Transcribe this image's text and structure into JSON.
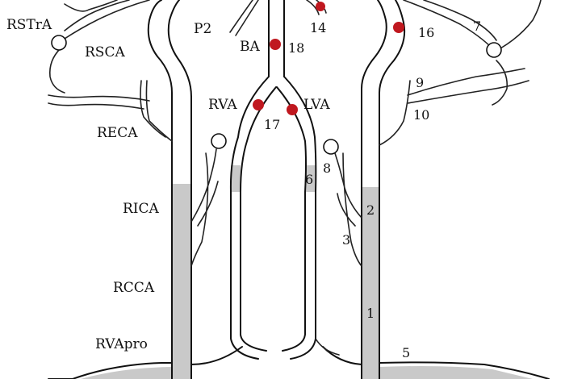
{
  "labels": {
    "rstra": "RSTrA",
    "rsca": "RSCA",
    "reca": "RECA",
    "rica": "RICA",
    "rcca": "RCCA",
    "rvapro": "RVApro",
    "p2": "P2",
    "ba": "BA",
    "rva": "RVA",
    "lva": "LVA"
  },
  "numbers": {
    "n1": "1",
    "n2": "2",
    "n3": "3",
    "n5": "5",
    "n6": "6",
    "n7": "7",
    "n8": "8",
    "n9": "9",
    "n10": "10",
    "n14": "14",
    "n16": "16",
    "n17": "17",
    "n18": "18"
  },
  "colors": {
    "stenosis_marker": "#c0181f",
    "vessel_fill": "#c9c9c9",
    "outline": "#111111"
  }
}
